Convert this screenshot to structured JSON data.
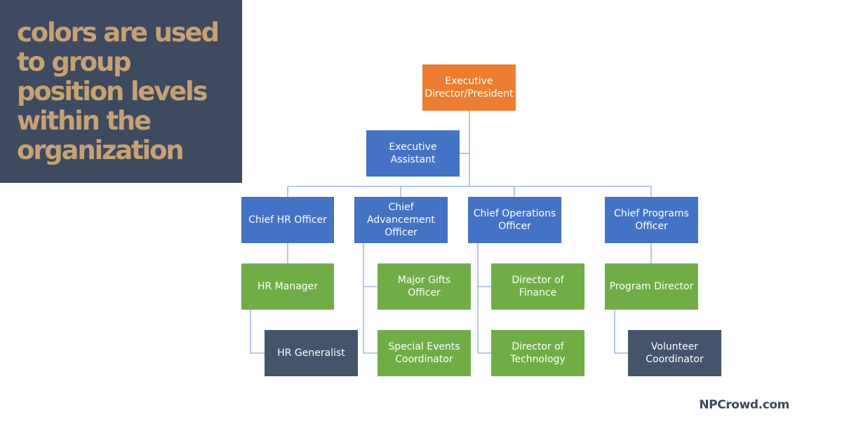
{
  "headline": {
    "text": "colors are used\nto group\nposition levels\nwithin the\norganization",
    "text_color": "#C8A173",
    "background": "#3D4A5F"
  },
  "colors": {
    "executive": "#ED7D31",
    "chief": "#4472C4",
    "manager": "#70AD47",
    "staff": "#44546A",
    "connector": "#8FAADC"
  },
  "org_chart": {
    "executive_director": "Executive Director/President",
    "executive_assistant": "Executive Assistant",
    "chief_hr_officer": "Chief HR Officer",
    "chief_advancement_officer": "Chief Advancement Officer",
    "chief_operations_officer": "Chief Operations Officer",
    "chief_programs_officer": "Chief Programs Officer",
    "hr_manager": "HR Manager",
    "hr_generalist": "HR Generalist",
    "major_gifts_officer": "Major Gifts Officer",
    "special_events_coordinator": "Special Events Coordinator",
    "director_of_finance": "Director of Finance",
    "director_of_technology": "Director of Technology",
    "program_director": "Program Director",
    "volunteer_coordinator": "Volunteer Coordinator"
  },
  "credit": {
    "text": "NPCrowd.com",
    "color": "#3D4A5F"
  }
}
